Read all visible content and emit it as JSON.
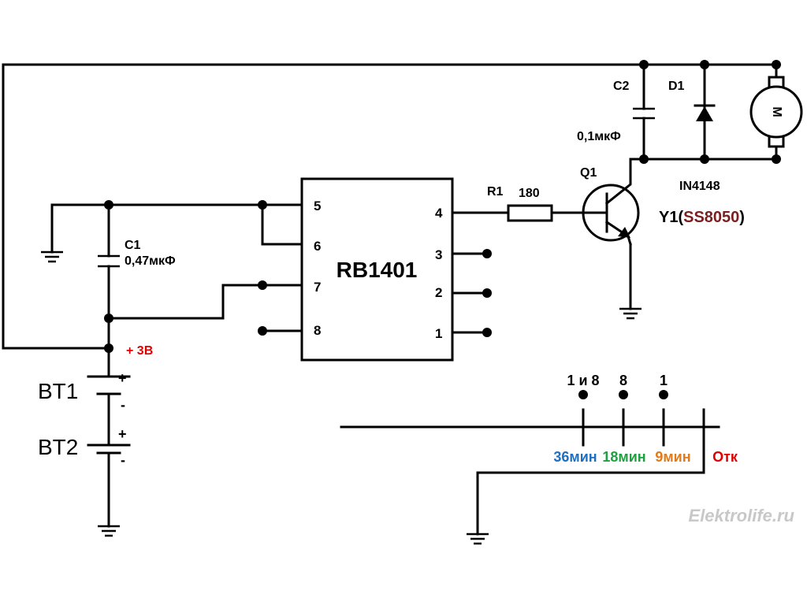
{
  "chip": {
    "name": "RB1401",
    "pins": [
      "5",
      "6",
      "7",
      "8",
      "4",
      "3",
      "2",
      "1"
    ]
  },
  "labels": {
    "r1": "R1",
    "r1_value": "180",
    "q1": "Q1",
    "y1_prefix": "Y1(",
    "y1_part": "SS8050",
    "y1_suffix": ")",
    "c1": "C1",
    "c1_value": "0,47мкФ",
    "c2": "C2",
    "c2_value": "0,1мкФ",
    "d1": "D1",
    "d1_part": "IN4148",
    "motor": "M",
    "plus3v": "+ 3В",
    "bt1": "BT1",
    "bt2": "BT2",
    "plus": "+",
    "minus": "-"
  },
  "switch": {
    "marks": [
      "1 и 8",
      "8",
      "1"
    ],
    "times": [
      "36мин",
      "18мин",
      "9мин",
      "Отк"
    ]
  },
  "watermark": "Elektrolife.ru",
  "colors": {
    "wire": "#000000",
    "plus3v": "#e00000",
    "part": "#7a1f1f",
    "t36": "#1f6fc0",
    "t18": "#1fa040",
    "t9": "#e07a1a",
    "off": "#e00000",
    "watermark": "#c8c8c8"
  }
}
